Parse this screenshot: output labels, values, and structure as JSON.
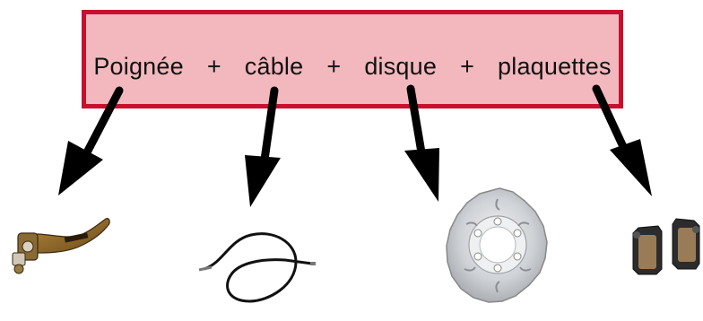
{
  "formula": {
    "parts": [
      {
        "term": "Poignée"
      },
      {
        "op": "+"
      },
      {
        "term": "câble"
      },
      {
        "op": "+"
      },
      {
        "term": "disque"
      },
      {
        "op": "+"
      },
      {
        "term": "plaquettes"
      }
    ]
  },
  "colors": {
    "banner_border": "#c8102e",
    "banner_fill": "#f2b8be",
    "arrow": "#000000"
  },
  "items": [
    {
      "name": "brake-lever",
      "icon": "brake-lever-icon"
    },
    {
      "name": "brake-cable",
      "icon": "brake-cable-icon"
    },
    {
      "name": "brake-disc",
      "icon": "brake-disc-icon"
    },
    {
      "name": "brake-pads",
      "icon": "brake-pads-icon"
    }
  ]
}
